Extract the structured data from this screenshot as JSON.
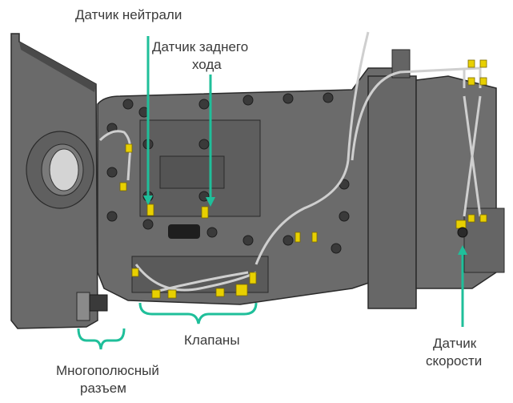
{
  "diagram": {
    "subject": "transmission-assembly",
    "accent_color": "#1fbf9a",
    "housing_color": "#6e6e6e",
    "fitting_color": "#e8d000",
    "labels": {
      "neutral_sensor": "Датчик нейтрали",
      "reverse_sensor_line1": "Датчик заднего",
      "reverse_sensor_line2": "хода",
      "valves": "Клапаны",
      "connector_line1": "Многополюсный",
      "connector_line2": "разъем",
      "speed_sensor_line1": "Датчик",
      "speed_sensor_line2": "скорости"
    }
  }
}
